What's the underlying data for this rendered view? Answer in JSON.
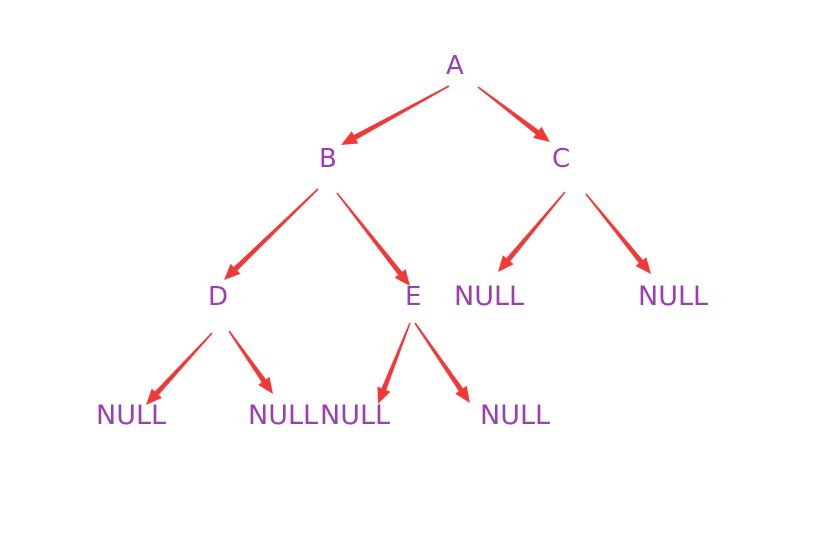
{
  "tree": {
    "nodes": {
      "a": "A",
      "b": "B",
      "c": "C",
      "d": "D",
      "e": "E"
    },
    "leaves": {
      "c_left": "NULL",
      "c_right": "NULL",
      "d_left": "NULL",
      "d_right": "NULL",
      "e_left": "NULL",
      "e_right": "NULL"
    },
    "edges": [
      {
        "from": "A",
        "to": "B"
      },
      {
        "from": "A",
        "to": "C"
      },
      {
        "from": "B",
        "to": "D"
      },
      {
        "from": "B",
        "to": "E"
      },
      {
        "from": "C",
        "to": "NULL"
      },
      {
        "from": "C",
        "to": "NULL"
      },
      {
        "from": "D",
        "to": "NULL"
      },
      {
        "from": "D",
        "to": "NULL"
      },
      {
        "from": "E",
        "to": "NULL"
      },
      {
        "from": "E",
        "to": "NULL"
      }
    ]
  },
  "colors": {
    "node_text": "#9b3fb0",
    "arrow": "#f03a3a",
    "background": "#ffffff"
  }
}
